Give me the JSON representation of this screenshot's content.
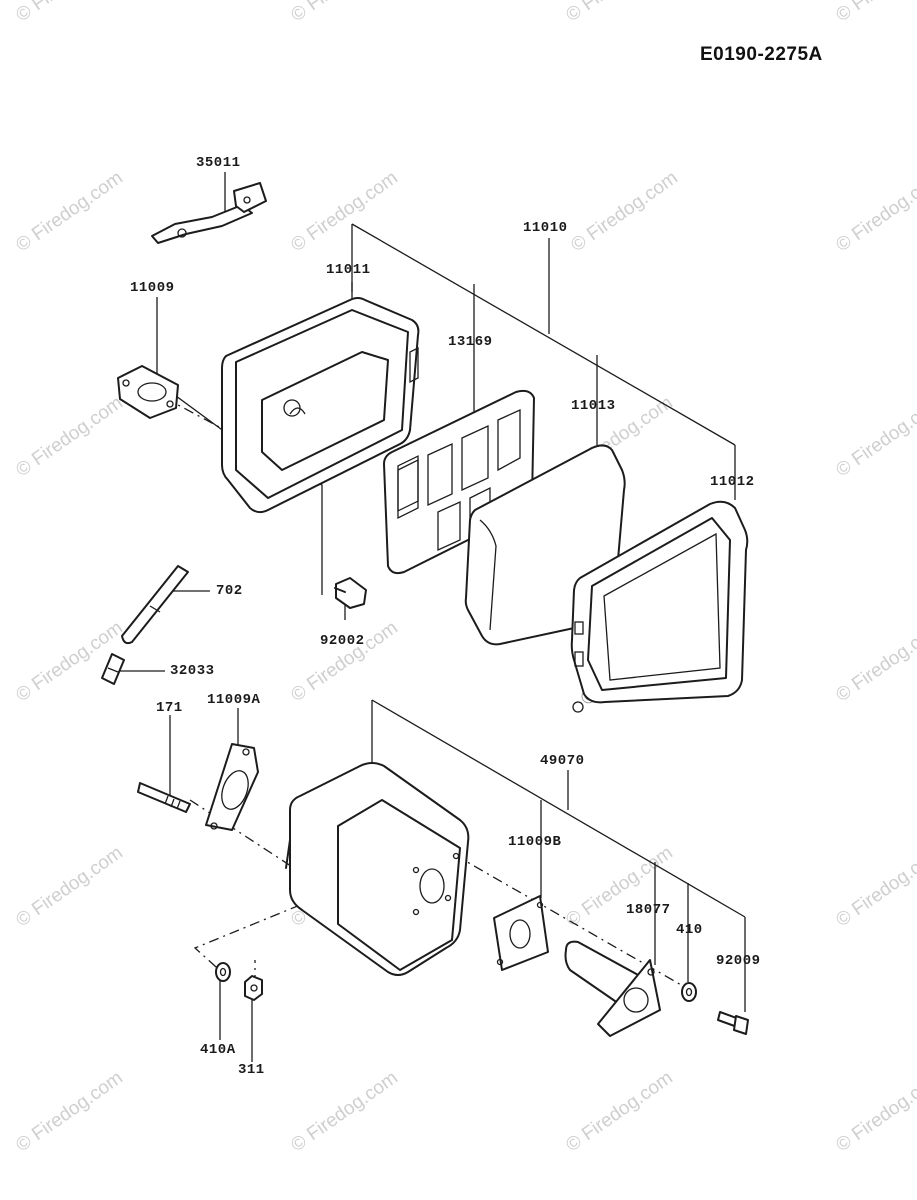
{
  "diagram": {
    "doc_code": "E0190-2275A",
    "watermark": "© Firedog.com",
    "part_labels": {
      "p35011": "35011",
      "p11010": "11010",
      "p11011": "11011",
      "p11009": "11009",
      "p13169": "13169",
      "p11013": "11013",
      "p11012": "11012",
      "p702": "702",
      "p92002": "92002",
      "p32033": "32033",
      "p171": "171",
      "p11009A": "11009A",
      "p49070": "49070",
      "p11009B": "11009B",
      "p18077": "18077",
      "p410": "410",
      "p92009": "92009",
      "p410A": "410A",
      "p311": "311"
    }
  }
}
